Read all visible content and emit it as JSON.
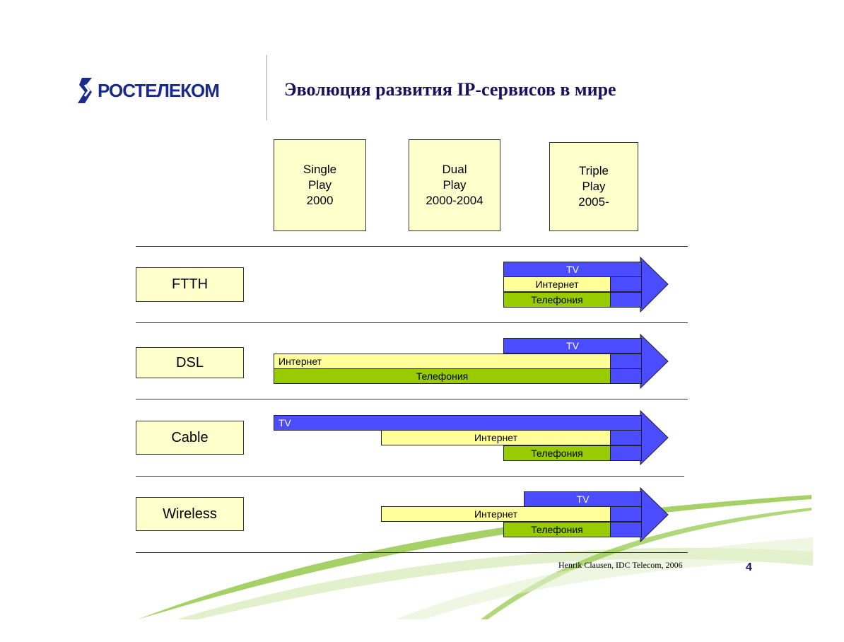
{
  "header": {
    "logo_text": "РОСТЕЛЕКОМ",
    "title": "Эволюция развития IP-сервисов в мире"
  },
  "eras": [
    {
      "line1": "Single",
      "line2": "Play",
      "line3": "2000"
    },
    {
      "line1": "Dual",
      "line2": "Play",
      "line3": "2000-2004"
    },
    {
      "line1": "Triple",
      "line2": "Play",
      "line3": "2005-"
    }
  ],
  "technologies": [
    "FTTH",
    "DSL",
    "Cable",
    "Wireless"
  ],
  "services": {
    "tv": "TV",
    "internet": "Интернет",
    "telephony": "Телефония"
  },
  "colors": {
    "tv": "#4b4bff",
    "internet": "#ffff99",
    "telephony": "#99cc00",
    "box": "#ffffcc"
  },
  "footer": {
    "source": "Henrik Clausen, IDC Telecom, 2006",
    "page": "4"
  }
}
